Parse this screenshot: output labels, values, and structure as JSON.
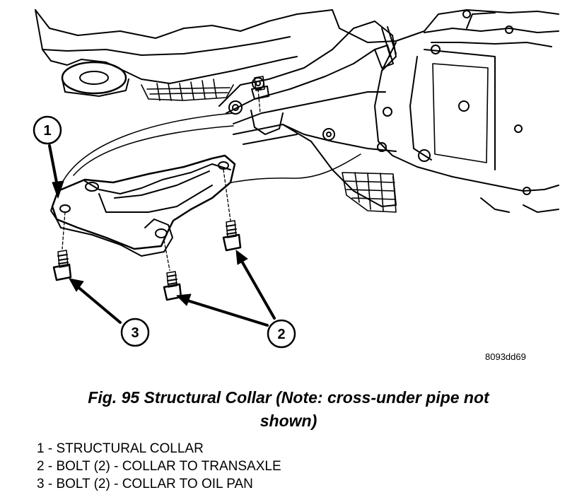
{
  "diagram": {
    "reference_id": "8093dd69",
    "callouts": [
      "1",
      "2",
      "3"
    ]
  },
  "caption": {
    "line1": "Fig. 95 Structural Collar (Note: cross-under pipe not",
    "line2": "shown)"
  },
  "legend": [
    "1 - STRUCTURAL COLLAR",
    "2 - BOLT (2) - COLLAR TO TRANSAXLE",
    "3 - BOLT (2) - COLLAR TO OIL PAN"
  ]
}
